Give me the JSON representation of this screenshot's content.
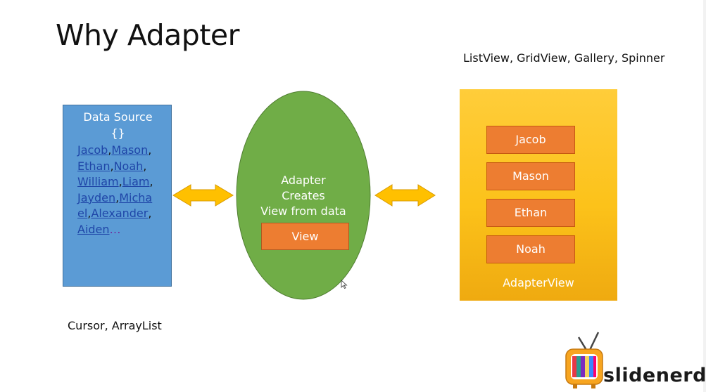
{
  "title": "Why Adapter",
  "adapterview_examples": "ListView, GridView, Gallery, Spinner",
  "data_source": {
    "heading": "Data Source",
    "braces": "{}",
    "lines": [
      [
        "Jacob",
        ",",
        "Mason",
        ","
      ],
      [
        "Ethan",
        ",",
        "Noah",
        ","
      ],
      [
        "William",
        ",",
        "Liam",
        ","
      ],
      [
        "Jayden",
        ",",
        "Micha"
      ],
      [
        "el",
        ",",
        "Alexander",
        ","
      ],
      [
        "Aiden",
        "…"
      ]
    ],
    "examples": "Cursor, ArrayList"
  },
  "adapter": {
    "line1": "Adapter",
    "line2": "Creates",
    "line3": "View from data",
    "view_label": "View"
  },
  "adapter_view": {
    "items": [
      "Jacob",
      "Mason",
      "Ethan",
      "Noah"
    ],
    "label": "AdapterView"
  },
  "logo": {
    "text": "slidenerd"
  },
  "colors": {
    "data_source": "#5b9bd5",
    "adapter": "#70ad47",
    "arrow": "#ffc000",
    "item": "#ed7d31",
    "adapter_view": "#ffc000"
  }
}
